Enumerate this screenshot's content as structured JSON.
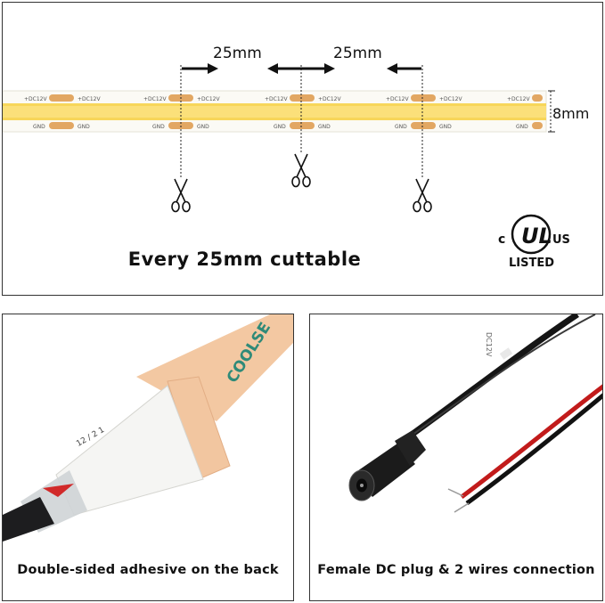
{
  "top_panel": {
    "spacing_left_label": "25mm",
    "spacing_right_label": "25mm",
    "width_label": "8mm",
    "pad_label_top": "+DC12V",
    "pad_label_bottom": "GND",
    "caption": "Every 25mm cuttable",
    "certification": {
      "left_letter": "c",
      "right_letters": "US",
      "mark": "UL",
      "listed_label": "LISTED"
    },
    "colors": {
      "strip_base": "#fbfaf5",
      "cob_light": "#f7d65a",
      "copper_pad": "#e2a763"
    }
  },
  "left_panel": {
    "caption": "Double-sided adhesive on the back",
    "backing_print": "COOLSE",
    "label_print": "12 / 2 1"
  },
  "right_panel": {
    "caption": "Female DC plug & 2 wires connection",
    "cable_print": "DC12V"
  }
}
